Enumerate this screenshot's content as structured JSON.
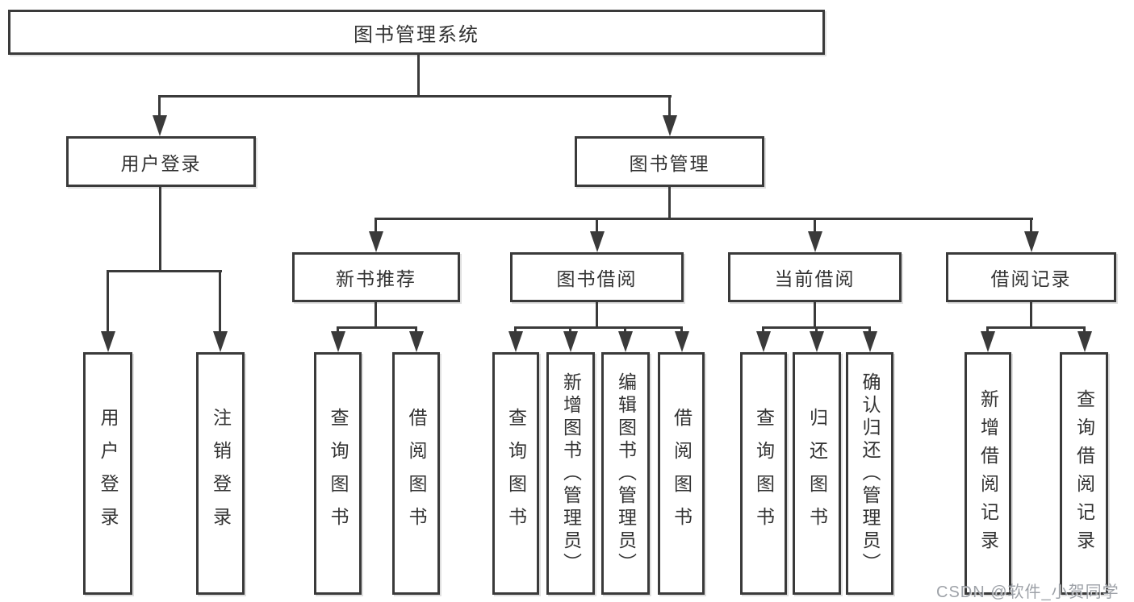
{
  "diagram": {
    "title": "图书管理系统",
    "root": {
      "label": "图书管理系统"
    },
    "level2": [
      {
        "label": "用户登录"
      },
      {
        "label": "图书管理"
      }
    ],
    "level3": [
      {
        "label": "新书推荐"
      },
      {
        "label": "图书借阅"
      },
      {
        "label": "当前借阅"
      },
      {
        "label": "借阅记录"
      }
    ],
    "leaves": {
      "user_login": [
        "用户登录",
        "注销登录"
      ],
      "new_book": [
        "查询图书",
        "借阅图书"
      ],
      "book_borrow": [
        "查询图书",
        "新增图书（管理员）",
        "编辑图书（管理员）",
        "借阅图书"
      ],
      "current_borrow": [
        "查询图书",
        "归还图书",
        "确认归还（管理员）"
      ],
      "borrow_record": [
        "新增借阅记录",
        "查询借阅记录"
      ]
    }
  },
  "watermark": {
    "text": "CSDN @软件_小贺同学"
  },
  "colors": {
    "line": "#3a3a3a",
    "background": "#ffffff",
    "watermark": "#94989e"
  }
}
